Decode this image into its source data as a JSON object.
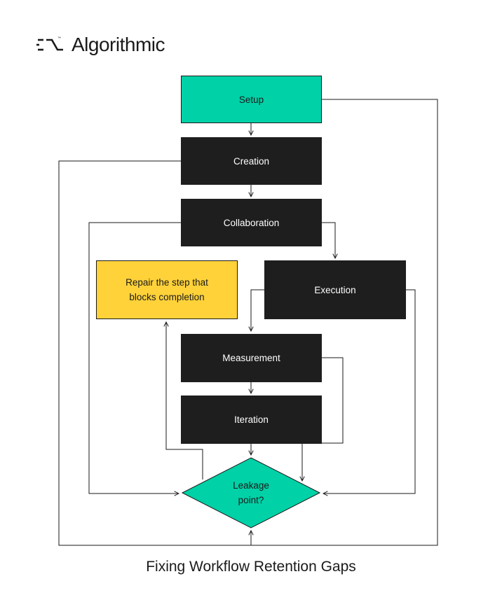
{
  "brand": {
    "name": "Algorithmic",
    "logo_icon": "algorithmic-logo-icon"
  },
  "nodes": {
    "setup": "Setup",
    "creation": "Creation",
    "collaboration": "Collaboration",
    "execution": "Execution",
    "measurement": "Measurement",
    "iteration": "Iteration",
    "repair": "Repair the step that blocks completion",
    "decision": "Leakage point?"
  },
  "caption": "Fixing Workflow Retention Gaps",
  "colors": {
    "teal": "#00d1a7",
    "dark": "#1e1e1e",
    "yellow": "#ffd23a",
    "line": "#1a1a1a"
  }
}
